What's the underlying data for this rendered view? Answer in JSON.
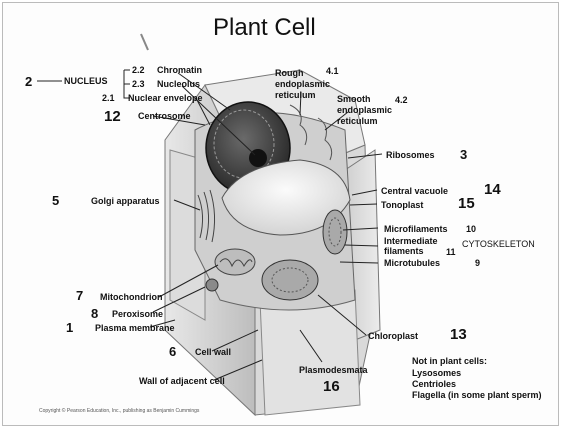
{
  "title": "Plant Cell",
  "labels": {
    "nucleus_num": "2",
    "nucleus": "NUCLEUS",
    "chromatin_num": "2.2",
    "chromatin": "Chromatin",
    "nucleolus_num": "2.3",
    "nucleolus": "Nucleolus",
    "envelope_num": "2.1",
    "envelope": "Nuclear envelope",
    "centrosome_num": "12",
    "centrosome": "Centrosome",
    "rough_er_line1": "Rough",
    "rough_er_line2": "endoplasmic",
    "rough_er_line3": "reticulum",
    "rough_er_num": "4.1",
    "smooth_er_line1": "Smooth",
    "smooth_er_line2": "endoplasmic",
    "smooth_er_line3": "reticulum",
    "smooth_er_num": "4.2",
    "ribosomes": "Ribosomes",
    "ribosomes_num": "3",
    "golgi_num": "5",
    "golgi": "Golgi apparatus",
    "central_vacuole": "Central vacuole",
    "central_vacuole_num": "14",
    "tonoplast": "Tonoplast",
    "tonoplast_num": "15",
    "microfilaments": "Microfilaments",
    "microfilaments_num": "10",
    "intermediate_line1": "Intermediate",
    "intermediate_line2": "filaments",
    "intermediate_num": "11",
    "cytoskeleton": "CYTOSKELETON",
    "microtubules": "Microtubules",
    "microtubules_num": "9",
    "mitochondrion_num": "7",
    "mitochondrion": "Mitochondrion",
    "peroxisome_num": "8",
    "peroxisome": "Peroxisome",
    "plasma_membrane_num": "1",
    "plasma_membrane": "Plasma membrane",
    "chloroplast": "Chloroplast",
    "chloroplast_num": "13",
    "cell_wall_num": "6",
    "cell_wall": "Cell wall",
    "wall_adjacent": "Wall of adjacent cell",
    "plasmodesmata": "Plasmodesmata",
    "plasmodesmata_num": "16",
    "not_in_plant_title": "Not in plant cells:",
    "not_in_plant_1": "Lysosomes",
    "not_in_plant_2": "Centrioles",
    "not_in_plant_3": "Flagella (in some plant sperm)"
  },
  "copyright": "Copyright © Pearson Education, Inc., publishing as Benjamin Cummings"
}
